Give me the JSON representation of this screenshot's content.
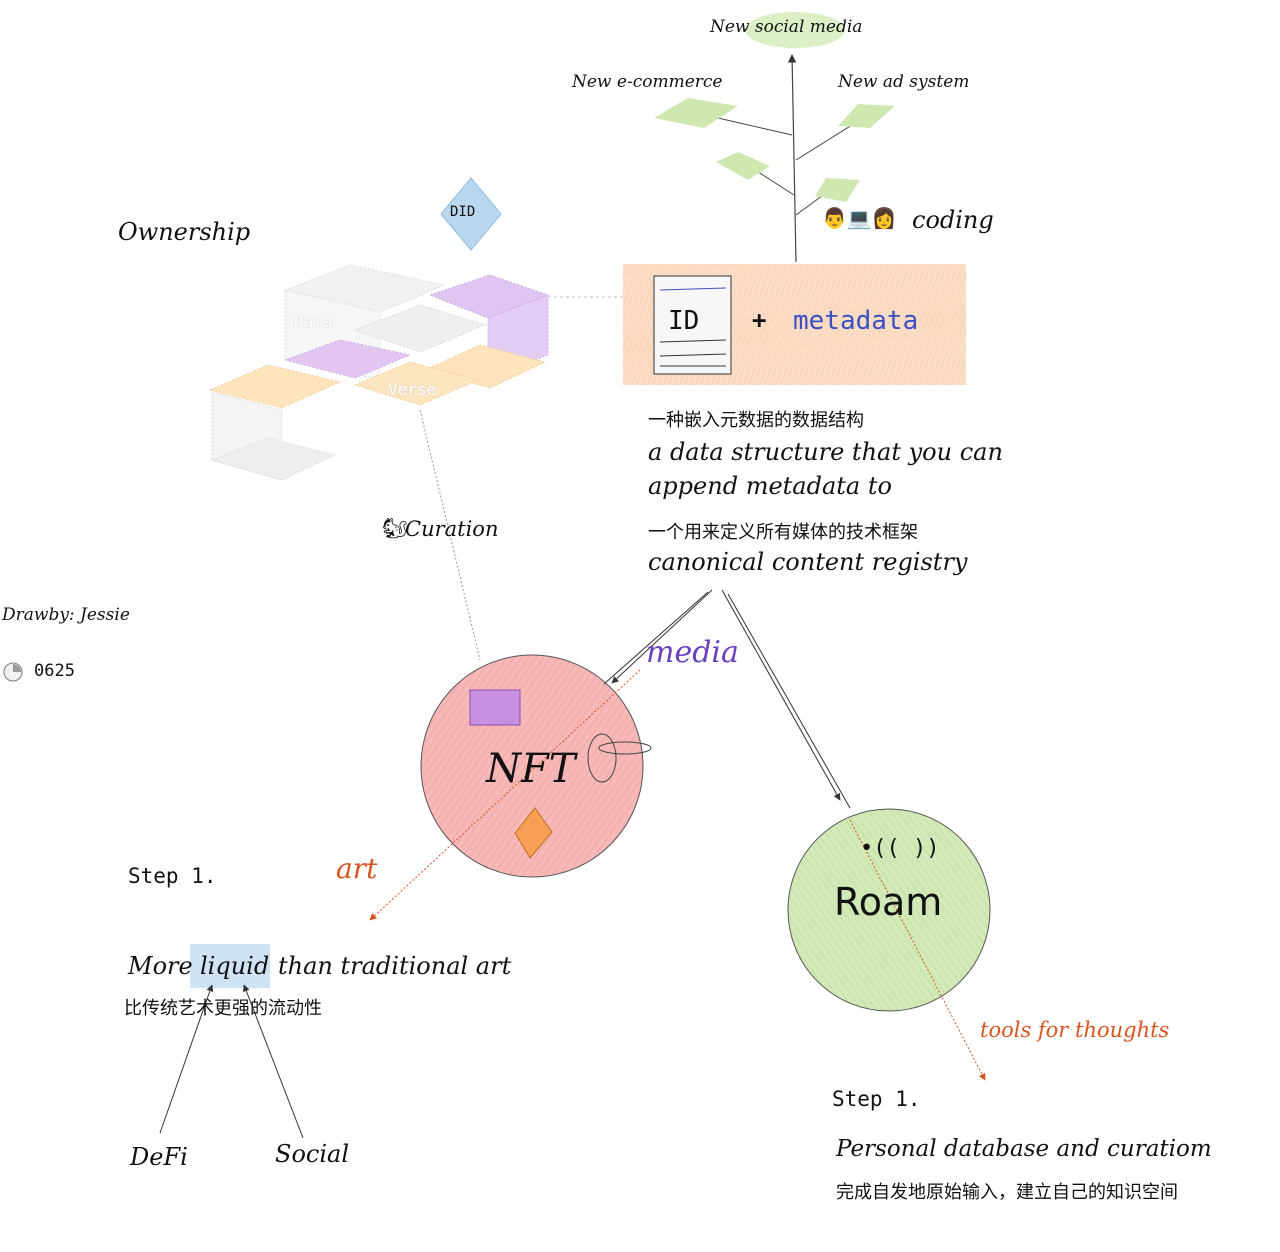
{
  "tree": {
    "top": "New social media",
    "left": "New e-commerce",
    "right": "New ad system",
    "coding": "coding",
    "coding_emoji": "👨💻👩",
    "leaf_color": "#cfe8b0"
  },
  "metaverse": {
    "ownership": "Ownership",
    "did": "DID",
    "data": "Data",
    "verse": "Verse",
    "curation": "Curation",
    "curation_emoji": "🐿",
    "colors": {
      "purple": "#d9b8ef",
      "orange": "#fde2b5",
      "grey": "#ececec",
      "did": "#b9d8ef"
    }
  },
  "id_box": {
    "id": "ID",
    "plus": "+",
    "metadata": "metadata",
    "color": "#fbdcc4"
  },
  "definition": {
    "cn1": "一种嵌入元数据的数据结构",
    "en1_line1": "a data structure that you can",
    "en1_line2": "append metadata to",
    "cn2": "一个用来定义所有媒体的技术框架",
    "en2": "canonical content registry"
  },
  "credit": {
    "author": "Drawby: Jessie",
    "date": "0625"
  },
  "nft": {
    "label": "NFT",
    "media": "media",
    "art": "art",
    "color": "#f5b5b5"
  },
  "step_left": {
    "step": "Step 1.",
    "en_before": "More",
    "en_highlight": "liquid",
    "en_after": "than traditional art",
    "cn": "比传统艺术更强的流动性",
    "defi": "DeFi",
    "social": "Social",
    "highlight_color": "#cfe3f5"
  },
  "roam": {
    "label": "Roam",
    "wave": "•(( ))",
    "tools": "tools for thoughts",
    "color": "#cfe8b0"
  },
  "step_right": {
    "step": "Step 1.",
    "en": "Personal database and curatiom",
    "cn": "完成自发地原始输入，建立自己的知识空间"
  },
  "accent": {
    "orange": "#d9541e",
    "purple": "#6a3fc2",
    "blue": "#3b4fc4"
  }
}
